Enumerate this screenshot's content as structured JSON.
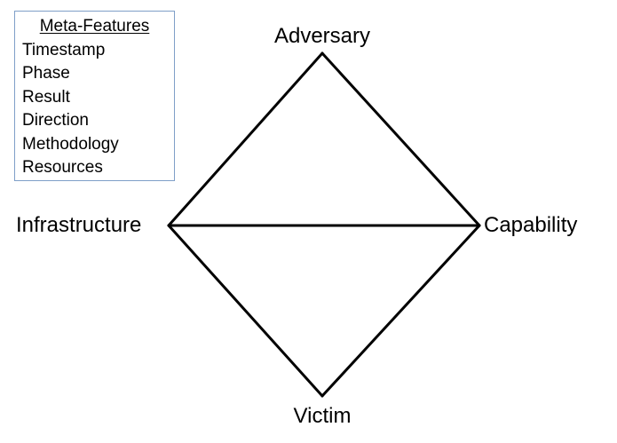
{
  "meta_features": {
    "title": "Meta-Features",
    "items": [
      "Timestamp",
      "Phase",
      "Result",
      "Direction",
      "Methodology",
      "Resources"
    ]
  },
  "vertices": {
    "adversary": "Adversary",
    "capability": "Capability",
    "victim": "Victim",
    "infrastructure": "Infrastructure"
  },
  "colors": {
    "lines": "#000000",
    "box_border": "#7f9fc8",
    "text": "#000000"
  }
}
